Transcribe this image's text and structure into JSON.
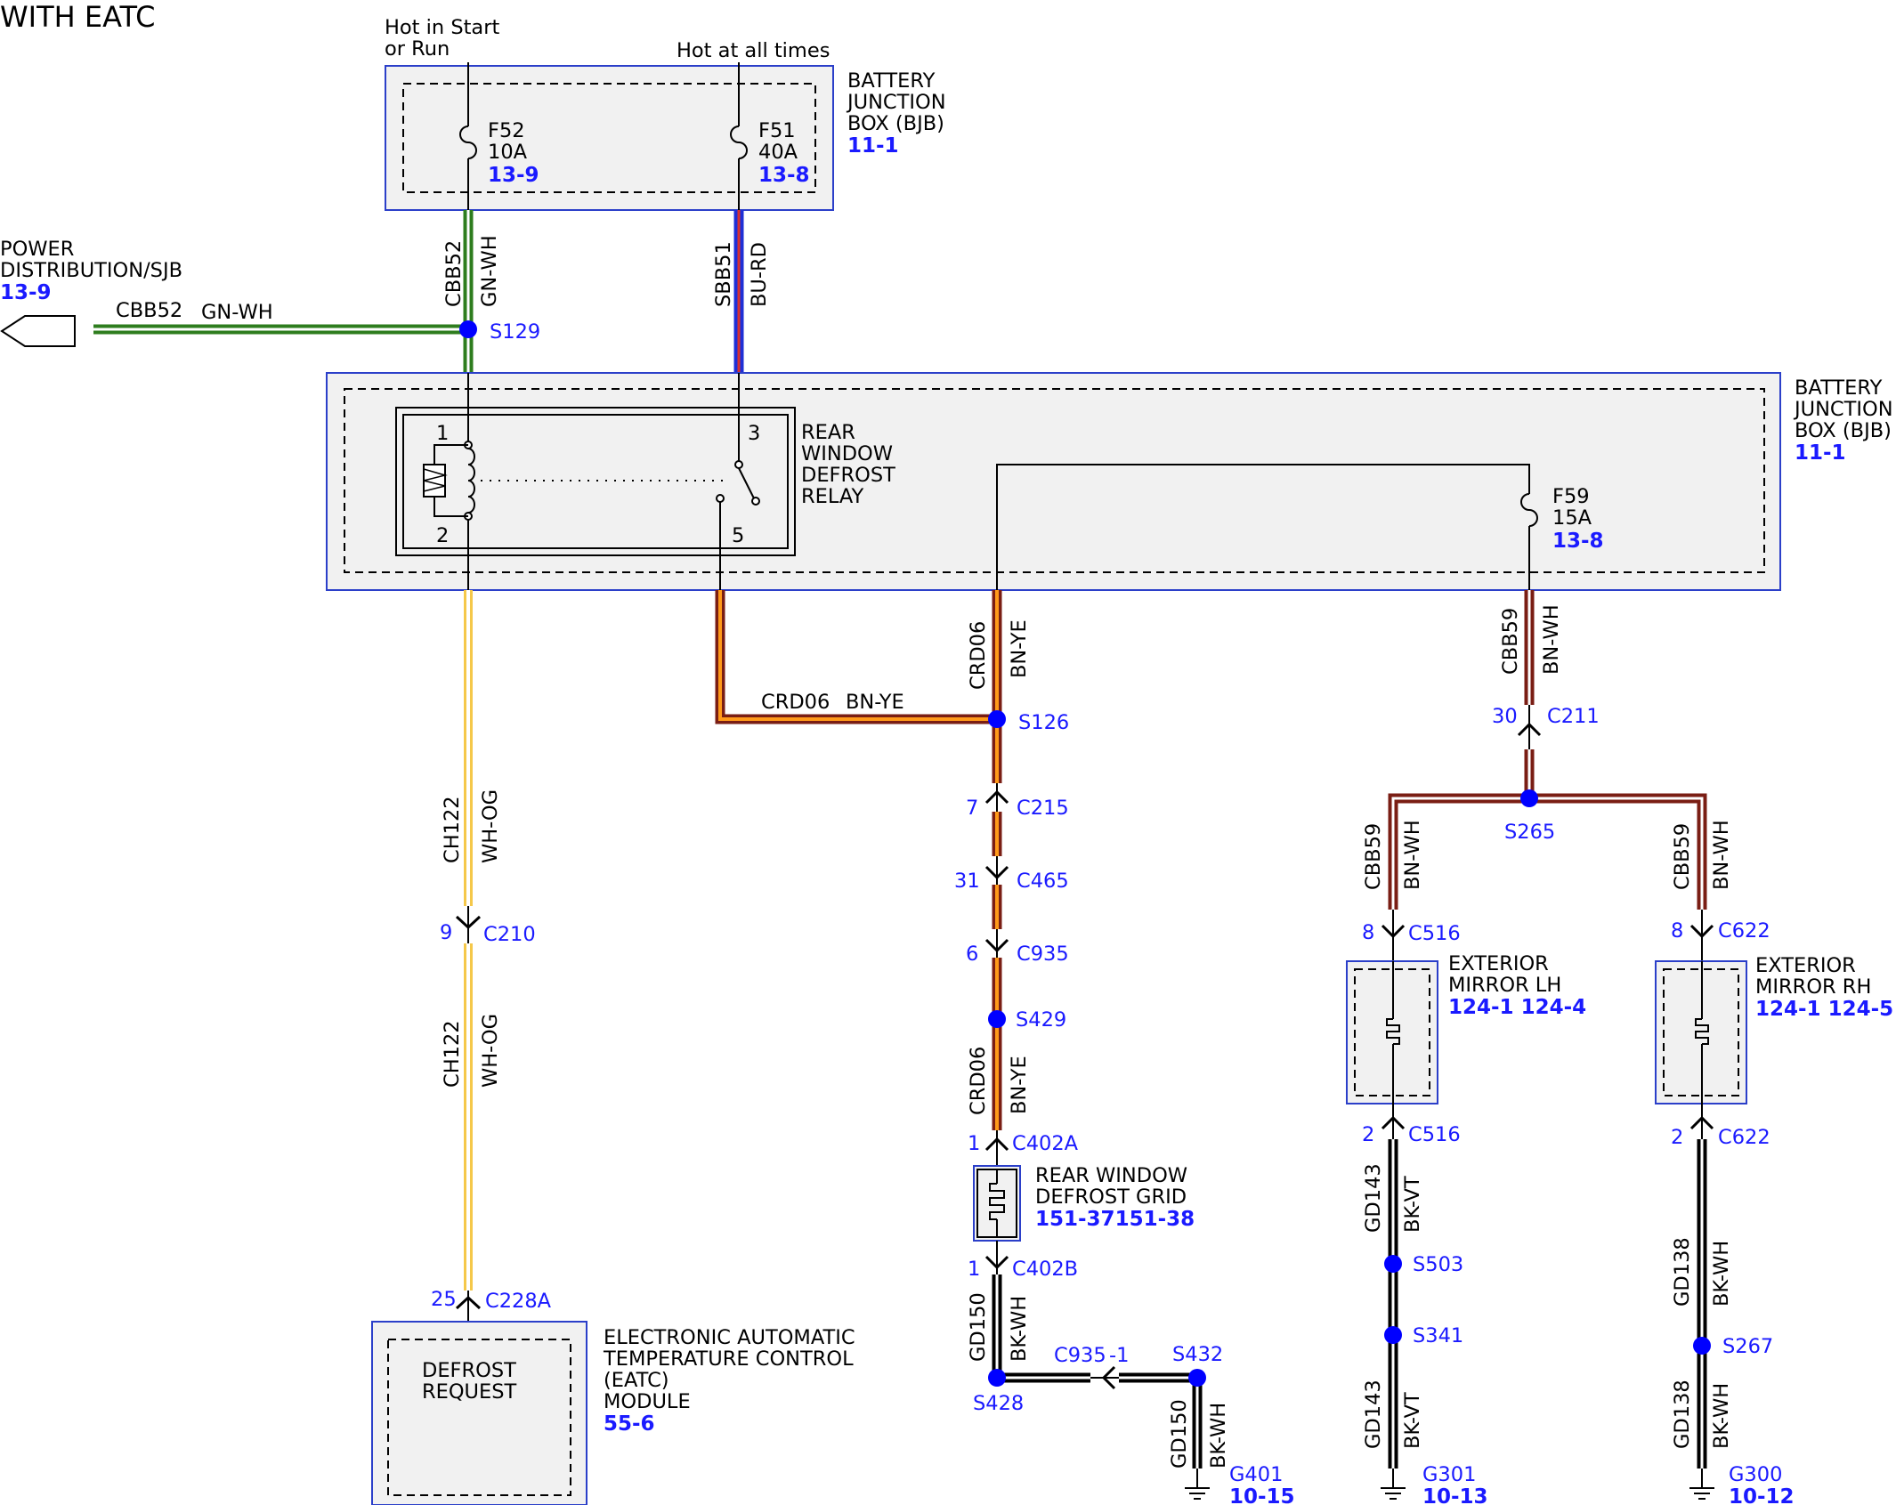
{
  "title": "WITH EATC",
  "colors": {
    "box_border": "#2b3fc9",
    "ref_blue": "#1a1aff",
    "wire_green": "#2e7d1e",
    "wire_blue": "#1f2fd6",
    "wire_brown": "#7a1e14",
    "wire_orange": "#ff9a1a",
    "wire_yellow": "#f5c84a",
    "wire_red": "#d93030"
  },
  "top_bjb": {
    "label_1": "BATTERY",
    "label_2": "JUNCTION",
    "label_3": "BOX (BJB)",
    "ref": "11-1",
    "hot_start_1": "Hot in Start",
    "hot_start_2": "or Run",
    "hot_all": "Hot at all times",
    "fuse_f52": {
      "name": "F52",
      "rating": "10A",
      "ref": "13-9"
    },
    "fuse_f51": {
      "name": "F51",
      "rating": "40A",
      "ref": "13-8"
    }
  },
  "power_dist": {
    "label_1": "POWER",
    "label_2": "DISTRIBUTION/SJB",
    "ref": "13-9",
    "circuit": "CBB52",
    "color": "GN-WH"
  },
  "wires": {
    "cbb52": "CBB52",
    "gn_wh": "GN-WH",
    "sbb51": "SBB51",
    "bu_rd": "BU-RD",
    "crd06": "CRD06",
    "bn_ye": "BN-YE",
    "cbb59": "CBB59",
    "bn_wh": "BN-WH",
    "ch122": "CH122",
    "wh_og": "WH-OG",
    "gd150": "GD150",
    "bk_wh": "BK-WH",
    "gd143": "GD143",
    "bk_vt": "BK-VT",
    "gd138": "GD138"
  },
  "main_bjb": {
    "label_1": "BATTERY",
    "label_2": "JUNCTION",
    "label_3": "BOX (BJB)",
    "ref": "11-1",
    "relay_1": "REAR",
    "relay_2": "WINDOW",
    "relay_3": "DEFROST",
    "relay_4": "RELAY",
    "pin_1": "1",
    "pin_2": "2",
    "pin_3": "3",
    "pin_5": "5",
    "fuse_f59": {
      "name": "F59",
      "rating": "15A",
      "ref": "13-8"
    }
  },
  "splices": {
    "s129": "S129",
    "s126": "S126",
    "s429": "S429",
    "s428": "S428",
    "s432": "S432",
    "s265": "S265",
    "s503": "S503",
    "s341": "S341",
    "s267": "S267"
  },
  "connectors": {
    "c210": {
      "pin": "9",
      "name": "C210"
    },
    "c228a": {
      "pin": "25",
      "name": "C228A"
    },
    "c215": {
      "pin": "7",
      "name": "C215"
    },
    "c465": {
      "pin": "31",
      "name": "C465"
    },
    "c935": {
      "pin": "6",
      "name": "C935"
    },
    "c402a": {
      "pin": "1",
      "name": "C402A"
    },
    "c402b": {
      "pin": "1",
      "name": "C402B"
    },
    "c935b": {
      "name": "C935",
      "pin": "-1"
    },
    "c211": {
      "pin": "30",
      "name": "C211"
    },
    "c516_top": {
      "pin": "8",
      "name": "C516"
    },
    "c516_bot": {
      "pin": "2",
      "name": "C516"
    },
    "c622_top": {
      "pin": "8",
      "name": "C622"
    },
    "c622_bot": {
      "pin": "2",
      "name": "C622"
    }
  },
  "eatc": {
    "label_1": "ELECTRONIC AUTOMATIC",
    "label_2": "TEMPERATURE CONTROL",
    "label_3": "(EATC)",
    "label_4": "MODULE",
    "ref": "55-6",
    "inner_1": "DEFROST",
    "inner_2": "REQUEST"
  },
  "grid": {
    "label_1": "REAR WINDOW",
    "label_2": "DEFROST GRID",
    "ref": "151-37151-38"
  },
  "mirror_lh": {
    "label_1": "EXTERIOR",
    "label_2": "MIRROR LH",
    "ref": "124-1 124-4"
  },
  "mirror_rh": {
    "label_1": "EXTERIOR",
    "label_2": "MIRROR RH",
    "ref": "124-1 124-5"
  },
  "grounds": {
    "g401": {
      "name": "G401",
      "ref": "10-15"
    },
    "g301": {
      "name": "G301",
      "ref": "10-13"
    },
    "g300": {
      "name": "G300",
      "ref": "10-12"
    }
  }
}
